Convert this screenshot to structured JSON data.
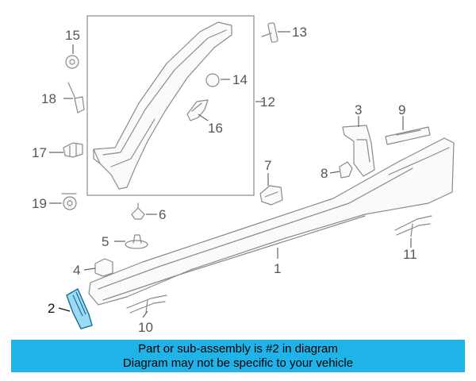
{
  "callouts": {
    "c1": "1",
    "c2": "2",
    "c3": "3",
    "c4": "4",
    "c5": "5",
    "c6": "6",
    "c7": "7",
    "c8": "8",
    "c9": "9",
    "c10": "10",
    "c11": "11",
    "c12": "12",
    "c13": "13",
    "c14": "14",
    "c15": "15",
    "c16": "16",
    "c17": "17",
    "c18": "18",
    "c19": "19"
  },
  "highlight_part": "2",
  "colors": {
    "highlight": "#1fb3e8",
    "banner": "#1fb3e8",
    "line": "#8a8a8a"
  },
  "banner": {
    "line1": "Part or sub-assembly is #2 in diagram",
    "line2": "Diagram may not be specific to your vehicle"
  }
}
